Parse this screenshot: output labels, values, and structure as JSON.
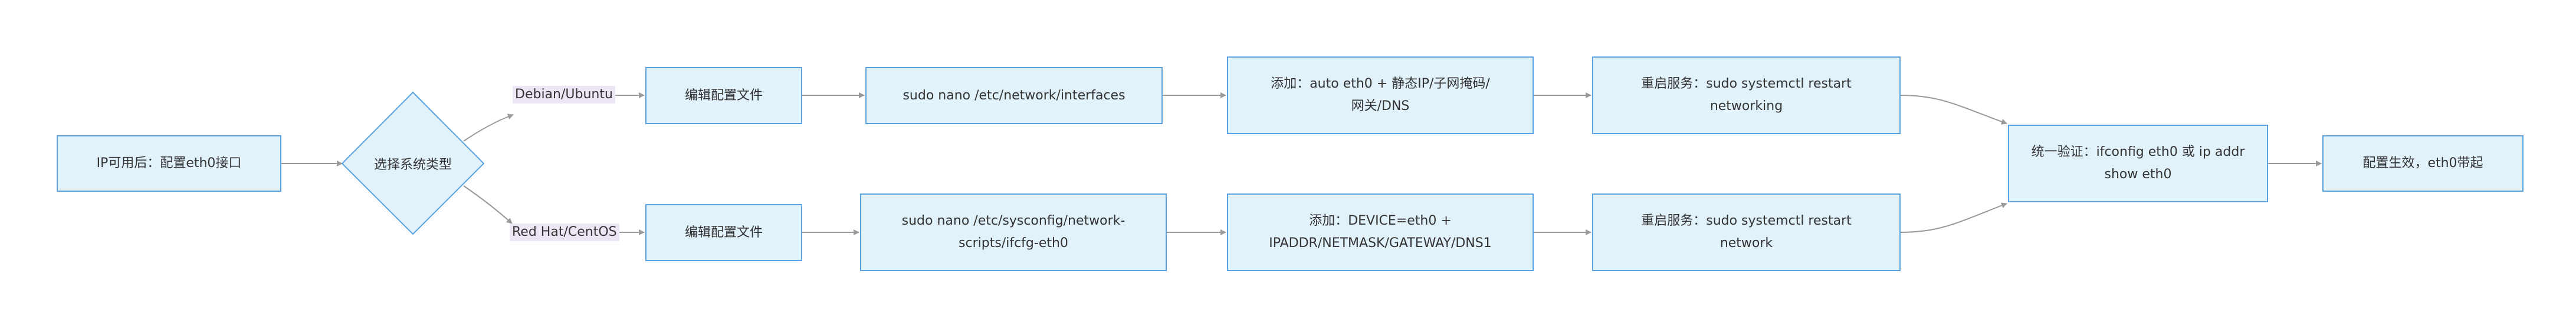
{
  "colors": {
    "node_fill": "#e1f2fb",
    "node_border": "#5ba3e0",
    "edge": "#999999",
    "edge_label_bg": "#ede6f5",
    "text": "#333333"
  },
  "nodes": {
    "start": "IP可用后：配置eth0接口",
    "decision": "选择系统类型",
    "debian_edit": "编辑配置文件",
    "debian_cmd": "sudo nano /etc/network/interfaces",
    "debian_add_line1": "添加：auto eth0 + 静态IP/子网掩码/",
    "debian_add_line2": "网关/DNS",
    "debian_restart_line1": "重启服务：sudo systemctl restart",
    "debian_restart_line2": "networking",
    "redhat_edit": "编辑配置文件",
    "redhat_cmd_line1": "sudo nano /etc/sysconfig/network-",
    "redhat_cmd_line2": "scripts/ifcfg-eth0",
    "redhat_add_line1": "添加：DEVICE=eth0 +",
    "redhat_add_line2": "IPADDR/NETMASK/GATEWAY/DNS1",
    "redhat_restart_line1": "重启服务：sudo systemctl restart",
    "redhat_restart_line2": "network",
    "verify_line1": "统一验证：ifconfig eth0 或 ip addr",
    "verify_line2": "show eth0",
    "end": "配置生效，eth0带起"
  },
  "edge_labels": {
    "debian": "Debian/Ubuntu",
    "redhat": "Red Hat/CentOS"
  }
}
